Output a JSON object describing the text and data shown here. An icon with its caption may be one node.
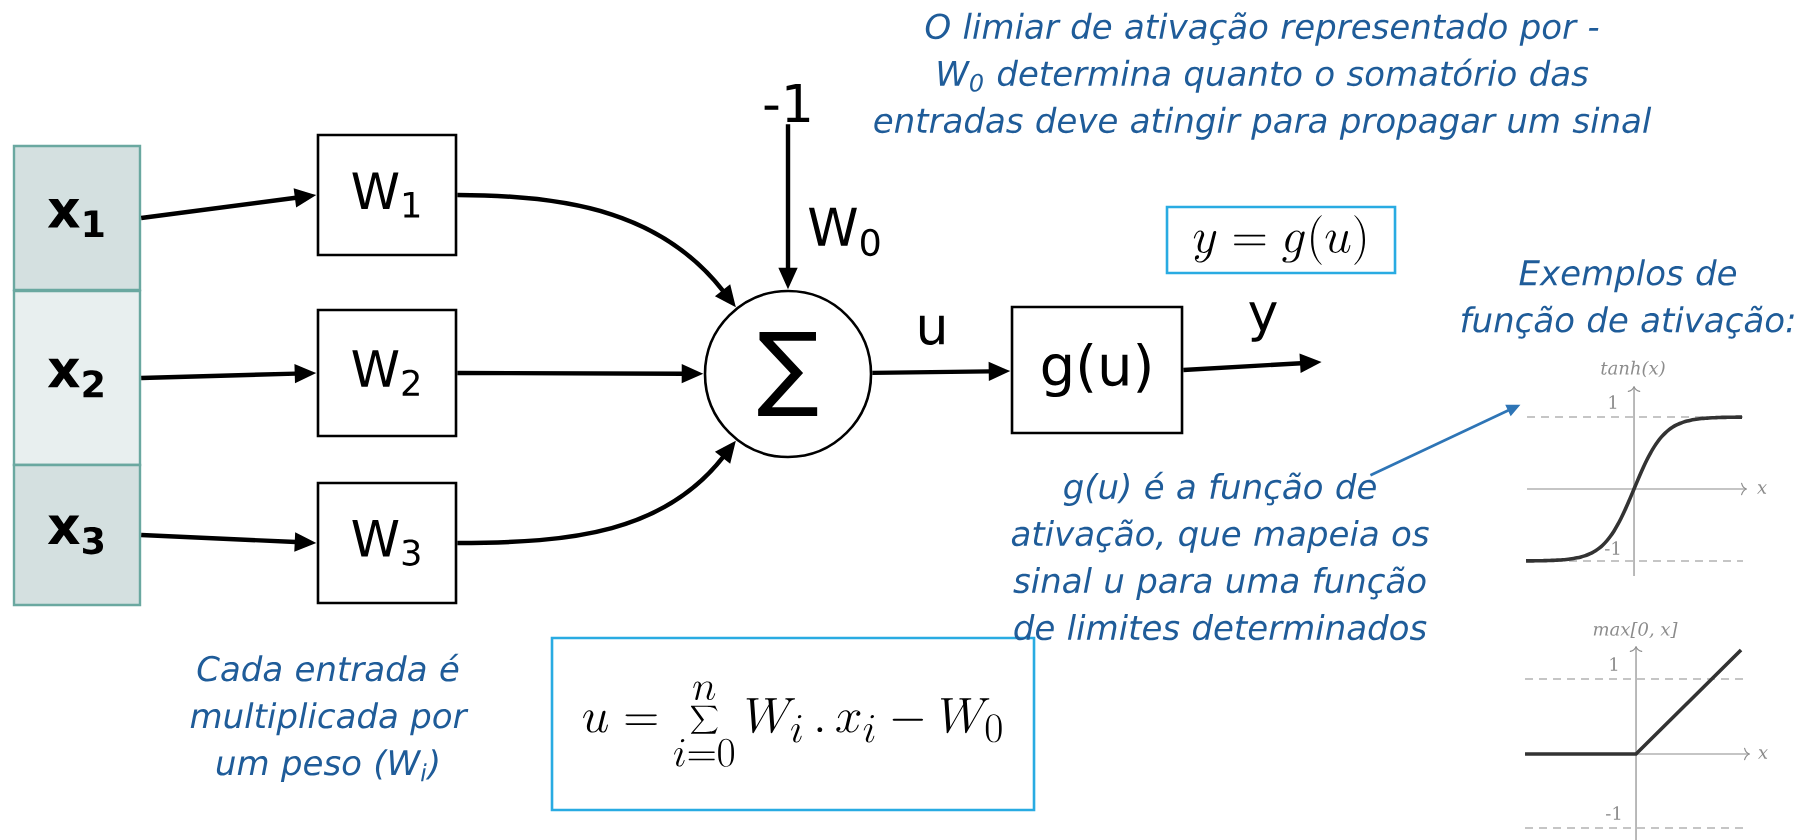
{
  "diagram": {
    "nodes": [
      {
        "text": [
          "x$_{1}$"
        ]
      },
      {
        "text": [
          "x$_{2}$"
        ]
      },
      {
        "text": [
          "x$_{3}$"
        ]
      },
      {
        "text": [
          "W$_{1}$"
        ]
      },
      {
        "text": [
          "W$_{2}$"
        ]
      },
      {
        "text": [
          "W$_{3}$"
        ]
      },
      {
        "text": [
          "∑"
        ]
      },
      {
        "text": [
          "-1"
        ]
      },
      {
        "text": [
          "g(u)"
        ]
      },
      {
        "text": [
          "y = g(u)"
        ]
      },
      {
        "text": [
          "u = \\sum_{i=0}^{n} W_i \\,.\\, x_i - W_0"
        ]
      },
      {
        "text": [
          "g(u) é a função de ativação, que mapeia os sinal u para uma função de limites determinados"
        ]
      },
      {
        "text": [
          "tanh(x)",
          "1",
          "x",
          "-1"
        ]
      },
      {
        "text": [
          "max[0, x]",
          "1",
          "x",
          "-1"
        ]
      }
    ],
    "edges": [
      {
        "from": 0,
        "to": 3,
        "arrow": "to"
      },
      {
        "from": 1,
        "to": 4,
        "arrow": "to"
      },
      {
        "from": 2,
        "to": 5,
        "arrow": "to"
      },
      {
        "from": 3,
        "to": 6,
        "arrow": "to"
      },
      {
        "from": 4,
        "to": 6,
        "arrow": "to"
      },
      {
        "from": 5,
        "to": 6,
        "arrow": "to"
      },
      {
        "from": 7,
        "to": 6,
        "arrow": "to",
        "label": "W$_{0}$"
      },
      {
        "from": 6,
        "to": 8,
        "arrow": "to",
        "label": "u"
      },
      {
        "from": 8,
        "to": null,
        "arrow": "to",
        "label": "y"
      },
      {
        "from": 11,
        "to": 12,
        "arrow": "to",
        "color": "#2e75b6"
      }
    ],
    "labels": [
      "O limiar de ativação representado por -W$_{0}$ determina quanto o somatório das entradas deve atingir para propagar um sinal",
      "Exemplos de função de ativação:",
      "Cada entrada é multiplicada por um peso (W$_{i}$)"
    ]
  }
}
